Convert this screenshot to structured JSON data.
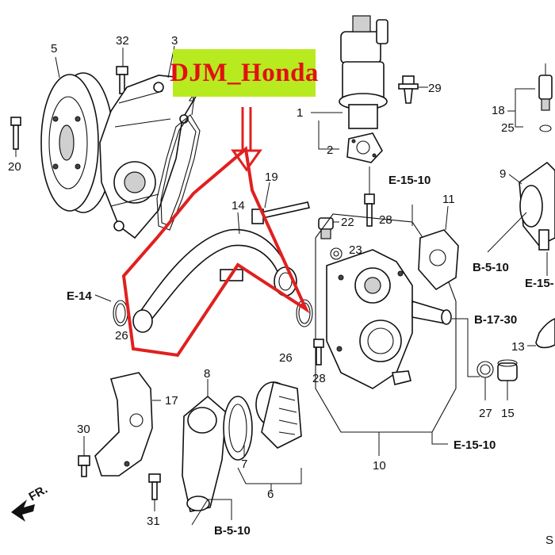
{
  "watermark": {
    "text": "DJM_Honda",
    "bg_color": "#b8ea20",
    "text_color": "#e11111"
  },
  "highlight_color": "#e02020",
  "callouts": {
    "p1": "1",
    "p2": "2",
    "p3": "3",
    "p4": "4",
    "p5": "5",
    "p6": "6",
    "p7": "7",
    "p8": "8",
    "p9": "9",
    "p10": "10",
    "p11": "11",
    "p13": "13",
    "p14": "14",
    "p15": "15",
    "p17": "17",
    "p18": "18",
    "p19": "19",
    "p20": "20",
    "p22": "22",
    "p23": "23",
    "p25": "25",
    "p26a": "26",
    "p26b": "26",
    "p27": "27",
    "p28a": "28",
    "p28b": "28",
    "p29": "29",
    "p30": "30",
    "p31": "31",
    "p32": "32"
  },
  "references": {
    "e15_10_top": "E-15-10",
    "e14": "E-14",
    "b17_30": "B-17-30",
    "e15_10_bottom": "E-15-10",
    "b5_10_right": "B-5-10",
    "e15_right": "E-15-",
    "b5_10_bottom": "B-5-10"
  },
  "front_marker": "FR.",
  "corner_code": "S"
}
